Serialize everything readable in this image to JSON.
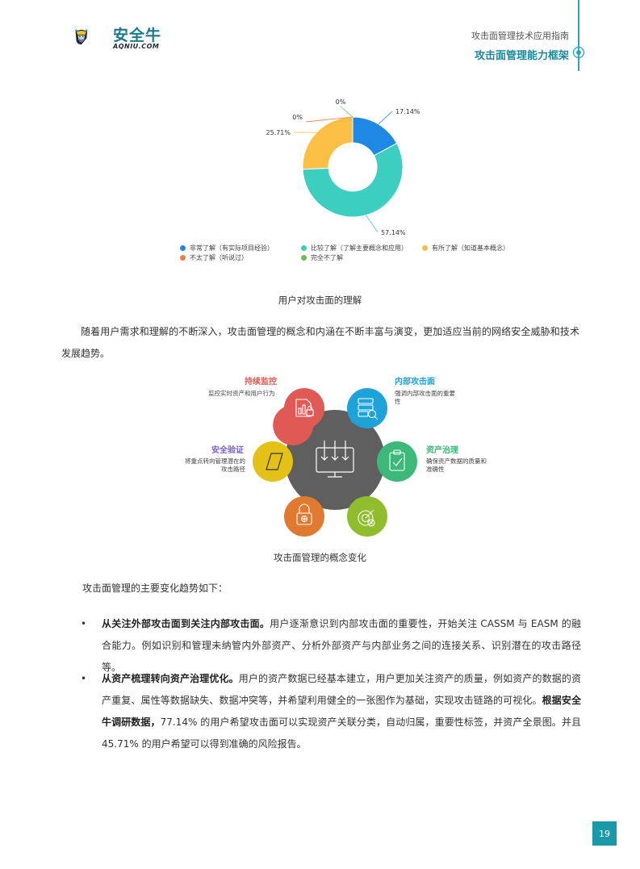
{
  "header": {
    "brand": "安全牛",
    "brand_sub": "AQNIU.COM",
    "doc_title": "攻击面管理技术应用指南",
    "section_title": "攻击面管理能力框架"
  },
  "chart_data": {
    "type": "pie",
    "subtype": "donut",
    "title": "用户对攻击面的理解",
    "categories": [
      "非常了解（有实际项目经验）",
      "比较了解（了解主要概念和应用）",
      "有所了解（知道基本概念）",
      "不太了解（听说过）",
      "完全不了解"
    ],
    "values": [
      17.14,
      57.14,
      25.71,
      0,
      0
    ],
    "labels": [
      "17.14%",
      "57.14%",
      "25.71%",
      "0%",
      "0%"
    ],
    "colors": [
      "#1e88e5",
      "#3ccfc0",
      "#fbbf45",
      "#f07a4a",
      "#6cc04a"
    ],
    "legend_position": "bottom"
  },
  "paragraph1": "随着用户需求和理解的不断深入，攻击面管理的概念和内涵在不断丰富与演变，更加适应当前的网络安全威胁和技术发展趋势。",
  "concept": {
    "caption": "攻击面管理的概念变化",
    "items": [
      {
        "title": "持续监控",
        "desc": "监控实时资产和用户行为",
        "color": "#e05a55",
        "icon": "dashboard-lock-icon"
      },
      {
        "title": "内部攻击面",
        "desc": "强调内部攻击面的重要性",
        "color": "#1ea3d8",
        "icon": "server-search-icon"
      },
      {
        "title": "资产治理",
        "desc": "确保资产数据的质量和准确性",
        "color": "#3cb878",
        "icon": "clipboard-check-icon"
      },
      {
        "title": "安全验证",
        "desc": "将重点转向管理潜在的攻击路径",
        "color": "#e4c117",
        "icon": "parallelogram-icon"
      },
      {
        "title": "",
        "desc": "",
        "color": "#e07a30",
        "icon": "padlock-icon"
      },
      {
        "title": "",
        "desc": "",
        "color": "#8fbd2e",
        "icon": "target-cross-icon"
      }
    ],
    "center_icon": "monitor-download-icon"
  },
  "intro": "攻击面管理的主要变化趋势如下：",
  "bullets": [
    {
      "bold": "从关注外部攻击面到关注内部攻击面。",
      "text": "用户逐渐意识到内部攻击面的重要性，开始关注 CASSM 与 EASM 的融合能力。例如识别和管理未纳管内外部资产、分析外部资产与内部业务之间的连接关系、识别潜在的攻击路径等。"
    },
    {
      "bold": "从资产梳理转向资产治理优化。",
      "text": "用户的资产数据已经基本建立，用户更加关注资产的质量，例如资产的数据的资产重复、属性等数据缺失、数据冲突等，并希望利用健全的一张图作为基础，实现攻击链路的可视化。",
      "bold2": "根据安全牛调研数据，",
      "text2": "77.14% 的用户希望攻击面可以实现资产关联分类，自动归属，重要性标签，并资产全景图。并且 45.71% 的用户希望可以得到准确的风险报告。"
    }
  ],
  "page_number": "19"
}
